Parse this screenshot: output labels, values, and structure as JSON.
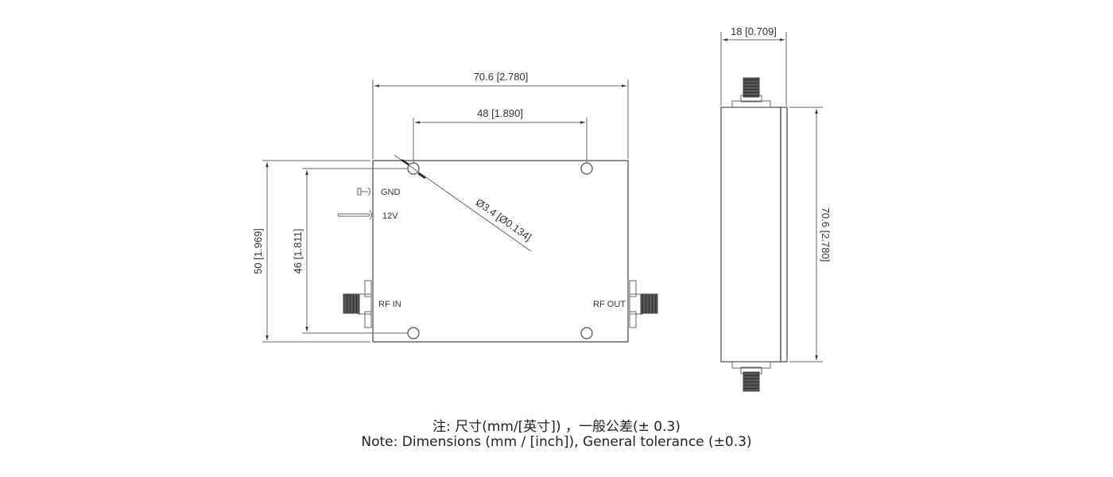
{
  "front_view": {
    "width_dim": "70.6 [2.780]",
    "hole_spacing_dim": "48 [1.890]",
    "height_dim": "50 [1.969]",
    "hole_height_dim": "46 [1.811]",
    "hole_dia_dim": "Ø3.4 [Ø0.134]",
    "labels": {
      "gnd": "GND",
      "v12": "12V",
      "rf_in": "RF IN",
      "rf_out": "RF OUT"
    }
  },
  "side_view": {
    "thickness_dim": "18 [0.709]",
    "length_dim": "70.6 [2.780]"
  },
  "notes": {
    "line_cn": "注: 尺寸(mm/[英寸]) ，一般公差(± 0.3)",
    "line_en": "Note: Dimensions (mm / [inch]), General tolerance (±0.3)"
  },
  "colors": {
    "line": "#555555",
    "text": "#333333",
    "connector_fill": "#444444"
  }
}
